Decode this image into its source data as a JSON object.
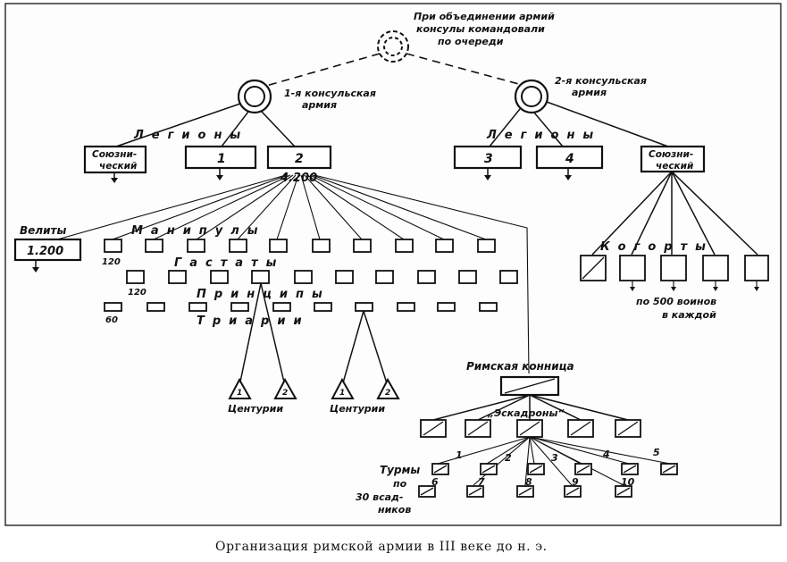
{
  "caption": "Организация римской армии в III веке до н. э.",
  "consuls_note": [
    "При объединении армий",
    "консулы командовали",
    "по очереди"
  ],
  "army1": {
    "name": [
      "1-я консульская",
      "армия"
    ]
  },
  "army2": {
    "name": [
      "2-я консульская",
      "армия"
    ]
  },
  "legions_label": "Легионы",
  "legions": [
    "1",
    "2",
    "3",
    "4"
  ],
  "allied_label": [
    "Союзни-",
    "ческий"
  ],
  "legion_strength": "4.200",
  "velites": {
    "label": "Велиты",
    "value": "1.200"
  },
  "maniples_label": "Манипулы",
  "hastati_label": "Гастаты",
  "principes_label": "Принципы",
  "triarii_label": "Триарии",
  "line_numbers": [
    "120",
    "120",
    "60"
  ],
  "centuries_label": "Центурии",
  "century_numbers": [
    "1",
    "2"
  ],
  "cavalry_label": "Римская конница",
  "squadrons_label": "„Эскадроны“",
  "turmae_label": [
    "Турмы",
    "по",
    "30 всад-",
    "ников"
  ],
  "turma_numbers": [
    "1",
    "2",
    "3",
    "4",
    "5",
    "6",
    "7",
    "8",
    "9",
    "10"
  ],
  "cohorts_label": "Когорты",
  "cohorts_note": [
    "по 500 воинов",
    "в каждой"
  ]
}
